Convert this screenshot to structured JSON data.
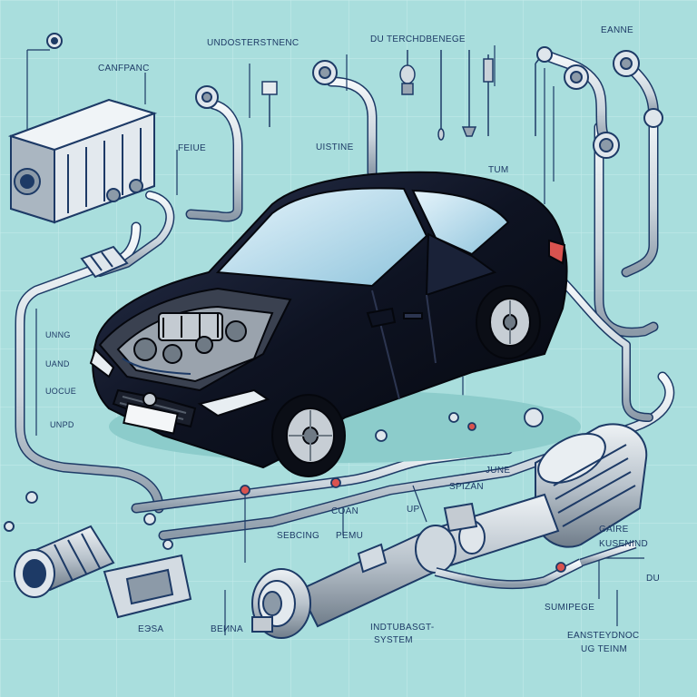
{
  "colors": {
    "background": "#a9dedd",
    "grid": "#c9eeee",
    "line": "#1d3a66",
    "pipe": "#dfe6ec",
    "pipe_shadow": "#8c9aa8",
    "car_body": "#0e1322",
    "glass": "#b7dcec",
    "engine": "#9aa3ad",
    "accent_red": "#d9534f"
  },
  "labels": {
    "canfpanc": "CANFPANC",
    "undosterstnenc": "UNDOSTERSTNENC",
    "du_terchdbenege": "DU TERCHDBENEGE",
    "eanne": "EANNE",
    "feiue": "FEIUE",
    "uistine": "UISTINE",
    "tum": "TUM",
    "unng": "UNNG",
    "uand": "UAND",
    "uocue": "UOCUE",
    "unpd": "UNPD",
    "june": "JUNE",
    "spizan": "SPIZAN",
    "coan": "COAN",
    "sebcing": "SEBCING",
    "pemu": "PEMU",
    "up": "UP",
    "gaire": "GAIRE",
    "kusenind": "KUSENIND",
    "du": "DU",
    "sumipege": "SUMIPEGE",
    "ebsa": "ЕЭSA",
    "benna": "BEИNA",
    "indtubasgt": "INDTUBASGT-",
    "system": "SYSTEM",
    "eansteyenoc": "EANSTEYDNOC",
    "ug_teinm": "UG TEINM"
  },
  "icons": [
    "muffler-icon",
    "catalytic-converter-icon",
    "exhaust-tip-icon",
    "gasket-icon",
    "flange-icon",
    "sensor-probe-icon",
    "car-icon",
    "engine-icon"
  ]
}
